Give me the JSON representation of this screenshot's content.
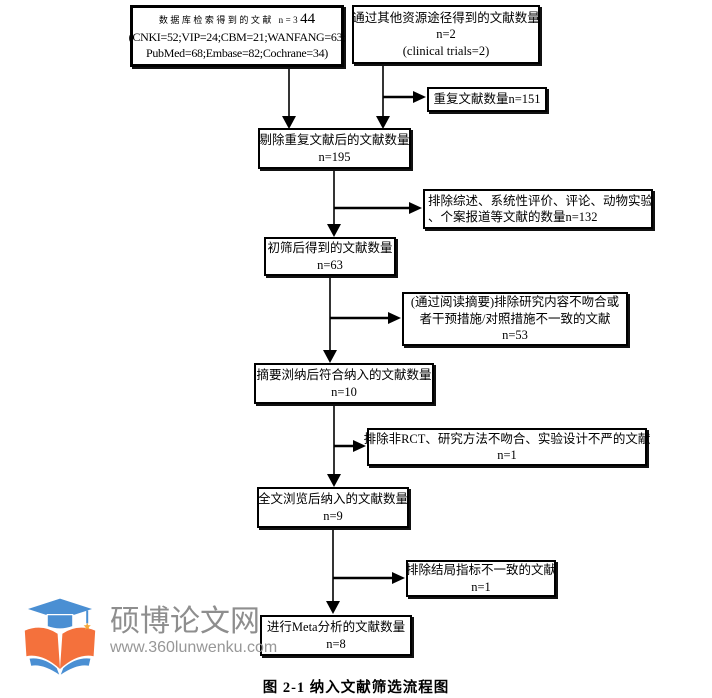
{
  "figure": {
    "caption": "图 2-1 纳入文献筛选流程图"
  },
  "flowchart": {
    "nodes": {
      "db_search": {
        "title_prefix": "数据库检索得到的文献 n=3",
        "title_suffix": "44",
        "detail1": "(CNKI=52;VIP=24;CBM=21;WANFANG=63;",
        "detail2": "PubMed=68;Embase=82;Cochrane=34)"
      },
      "other_sources": {
        "line1": "通过其他资源途径得到的文献数量",
        "line2": "n=2",
        "line3": "(clinical trials=2)"
      },
      "duplicates_removed": {
        "line1": "重复文献数量n=151"
      },
      "after_dedup": {
        "line1": "剔除重复文献后的文献数量",
        "line2": "n=195"
      },
      "excluded_reviews": {
        "line1": "排除综述、系统性评价、评论、动物实验",
        "line2": "、个案报道等文献的数量n=132"
      },
      "after_initial_screen": {
        "line1": "初筛后得到的文献数量",
        "line2": "n=63"
      },
      "excluded_by_abstract": {
        "line1": "(通过阅读摘要)排除研究内容不吻合或",
        "line2": "者干预措施/对照措施不一致的文献",
        "line3": "n=53"
      },
      "after_abstract_screen": {
        "line1": "摘要浏纳后符合纳入的文献数量",
        "line2": "n=10"
      },
      "excluded_non_rct": {
        "line1": "排除非RCT、研究方法不吻合、实验设计不严的文献",
        "line2": "n=1"
      },
      "after_fulltext": {
        "line1": "全文浏览后纳入的文献数量",
        "line2": "n=9"
      },
      "excluded_outcomes": {
        "line1": "排除结局指标不一致的文献",
        "line2": "n=1"
      },
      "meta_analysis": {
        "line1": "进行Meta分析的文献数量",
        "line2": "n=8"
      }
    }
  },
  "watermark": {
    "site_name": "硕博论文网",
    "site_url": "www.360lunwenku.com",
    "logo": "graduation-cap-open-book-icon",
    "colors": {
      "cap_blue": "#4a8fd3",
      "book_orange": "#f4713c",
      "star_orange": "#f4a83c",
      "text_gray": "#8e8e8e"
    }
  }
}
